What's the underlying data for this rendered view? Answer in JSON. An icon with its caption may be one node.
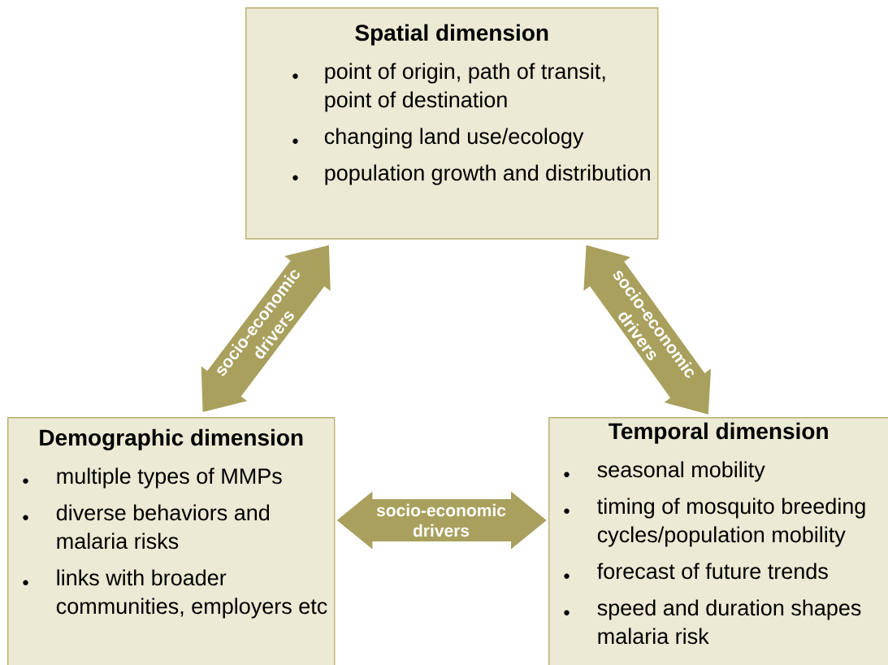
{
  "diagram": {
    "nodes": [
      {
        "text": [
          "Spatial dimension",
          "point of origin, path of transit, point of destination",
          "changing land use/ecology",
          "population growth and distribution"
        ]
      },
      {
        "text": [
          "Demographic dimension",
          "multiple types of MMPs",
          "diverse behaviors and malaria risks",
          "links with broader communities, employers etc"
        ]
      },
      {
        "text": [
          "Temporal dimension",
          "seasonal mobility",
          "timing of mosquito breeding cycles/population mobility",
          "forecast of future trends",
          "speed and duration shapes malaria risk"
        ]
      }
    ],
    "edges": [
      {
        "from": 0,
        "to": 1,
        "arrow": "both",
        "label": "socio-economic drivers"
      },
      {
        "from": 0,
        "to": 2,
        "arrow": "both",
        "label": "socio-economic drivers"
      },
      {
        "from": 1,
        "to": 2,
        "arrow": "both",
        "label": "socio-economic drivers"
      }
    ]
  }
}
